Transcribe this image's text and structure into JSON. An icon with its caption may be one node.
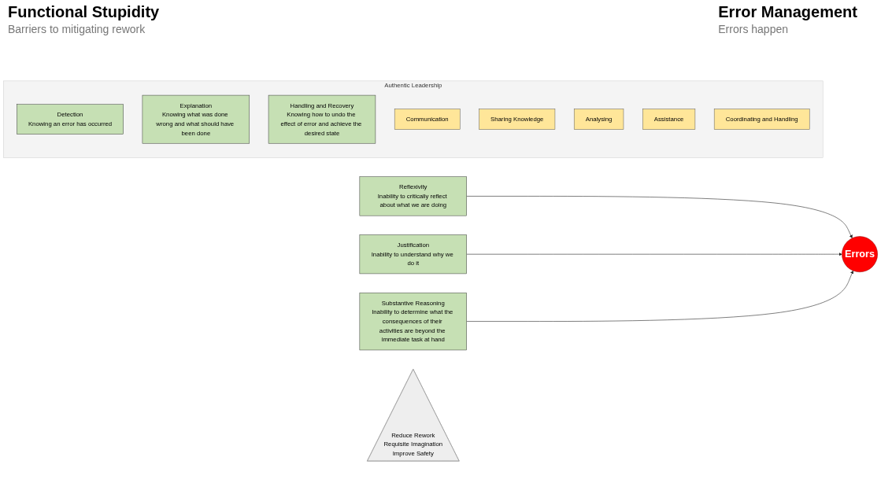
{
  "diagram": {
    "nodes": [
      {
        "text": [
          "Reflexivity",
          "Inability to critically reflect about what we are doing"
        ]
      },
      {
        "text": [
          "Justification",
          "Inability to understand why we do it"
        ]
      },
      {
        "text": [
          "Substantive Reasoning",
          "Inability to determine what the consequences of their activities are beyond the immediate task at hand"
        ]
      },
      {
        "text": [
          "Errors"
        ]
      },
      {
        "text": [
          "Reduce Rework",
          "Requisite Imagination",
          "Improve Safety"
        ]
      },
      {
        "text": [
          "Authentic Leadership"
        ]
      },
      {
        "text": [
          "Detection",
          "Knowing an error has occurred"
        ],
        "in": 5
      },
      {
        "text": [
          "Explanation",
          "Knowing what was done wrong and what should have been done"
        ],
        "in": 5
      },
      {
        "text": [
          "Handling and Recovery",
          "Knowing how to undo the effect of error and achieve the desired state"
        ],
        "in": 5
      },
      {
        "text": [
          "Communication"
        ],
        "in": 5
      },
      {
        "text": [
          "Sharing Knowledge"
        ],
        "in": 5
      },
      {
        "text": [
          "Analysing"
        ],
        "in": 5
      },
      {
        "text": [
          "Assistance"
        ],
        "in": 5
      },
      {
        "text": [
          "Coordinating and Handling"
        ],
        "in": 5
      }
    ],
    "edges": [
      {
        "from": 0,
        "to": 3,
        "arrow": "to"
      },
      {
        "from": 1,
        "to": 3,
        "arrow": "to"
      },
      {
        "from": 2,
        "to": 3,
        "arrow": "to"
      }
    ],
    "labels": [
      "Functional Stupidity",
      "Barriers to mitigating rework",
      "Error Management",
      "Errors happen"
    ]
  }
}
